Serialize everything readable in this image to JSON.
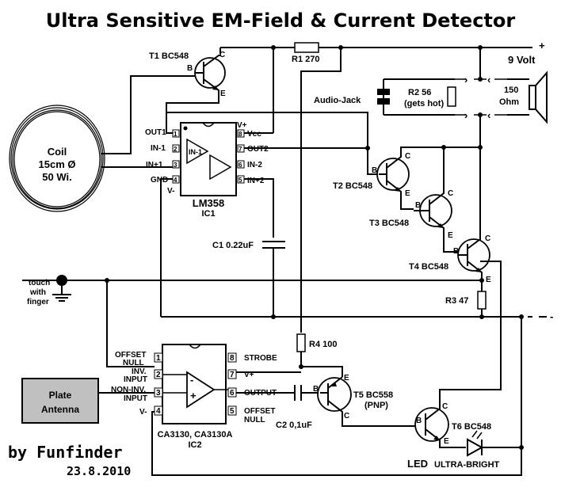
{
  "title": "Ultra Sensitive EM-Field & Current Detector",
  "supply": {
    "plus": "+",
    "voltage": "9 Volt",
    "minus": "-"
  },
  "coil": {
    "line1": "Coil",
    "line2": "15cm Ø",
    "line3": "50 Wi."
  },
  "t1": "T1 BC548",
  "r1": "R1 270",
  "ic1": {
    "part": "LM358",
    "ref": "IC1",
    "out1": "OUT1",
    "in_minus1": "IN-1",
    "in_plus1": "IN+1",
    "gnd": "GND",
    "vminus": "V-",
    "vplus": "V+",
    "vcc": "Vcc",
    "out2": "OUT2",
    "in_minus2": "IN-2",
    "in_plus2": "IN+2",
    "p1": "1",
    "p2": "2",
    "p3": "3",
    "p4": "4",
    "p5": "5",
    "p6": "6",
    "p7": "7",
    "p8": "8"
  },
  "audio_jack": "Audio-Jack",
  "r2": {
    "line1": "R2 56",
    "line2": "(gets hot)"
  },
  "speaker": {
    "line1": "150",
    "line2": "Ohm"
  },
  "t2": "T2 BC548",
  "t3": "T3 BC548",
  "t4": "T4 BC548",
  "c1": "C1 0.22uF",
  "touch": {
    "line1": "touch",
    "line2": "with",
    "line3": "finger"
  },
  "r3": "R3 47",
  "r4": "R4 100",
  "ic2": {
    "part": "CA3130, CA3130A",
    "ref": "IC2",
    "offset_null_a1": "OFFSET",
    "offset_null_a2": "NULL",
    "inv1": "INV.",
    "inv2": "INPUT",
    "noninv1": "NON-INV.",
    "noninv2": "INPUT",
    "vminus": "V-",
    "strobe": "STROBE",
    "vplus": "V+",
    "output": "OUTPUT",
    "offset_null_b1": "OFFSET",
    "offset_null_b2": "NULL",
    "p1": "1",
    "p2": "2",
    "p3": "3",
    "p4": "4",
    "p5": "5",
    "p6": "6",
    "p7": "7",
    "p8": "8",
    "minus": "-",
    "plus": "+"
  },
  "plate": {
    "line1": "Plate",
    "line2": "Antenna"
  },
  "c2": "C2 0,1uF",
  "t5": {
    "line1": "T5 BC558",
    "line2": "(PNP)"
  },
  "t6": "T6 BC548",
  "led": {
    "main": "LED",
    "sub": "ULTRA-BRIGHT"
  },
  "author": "by Funfinder",
  "date": "23.8.2010",
  "pins": {
    "b": "B",
    "c": "C",
    "e": "E"
  }
}
